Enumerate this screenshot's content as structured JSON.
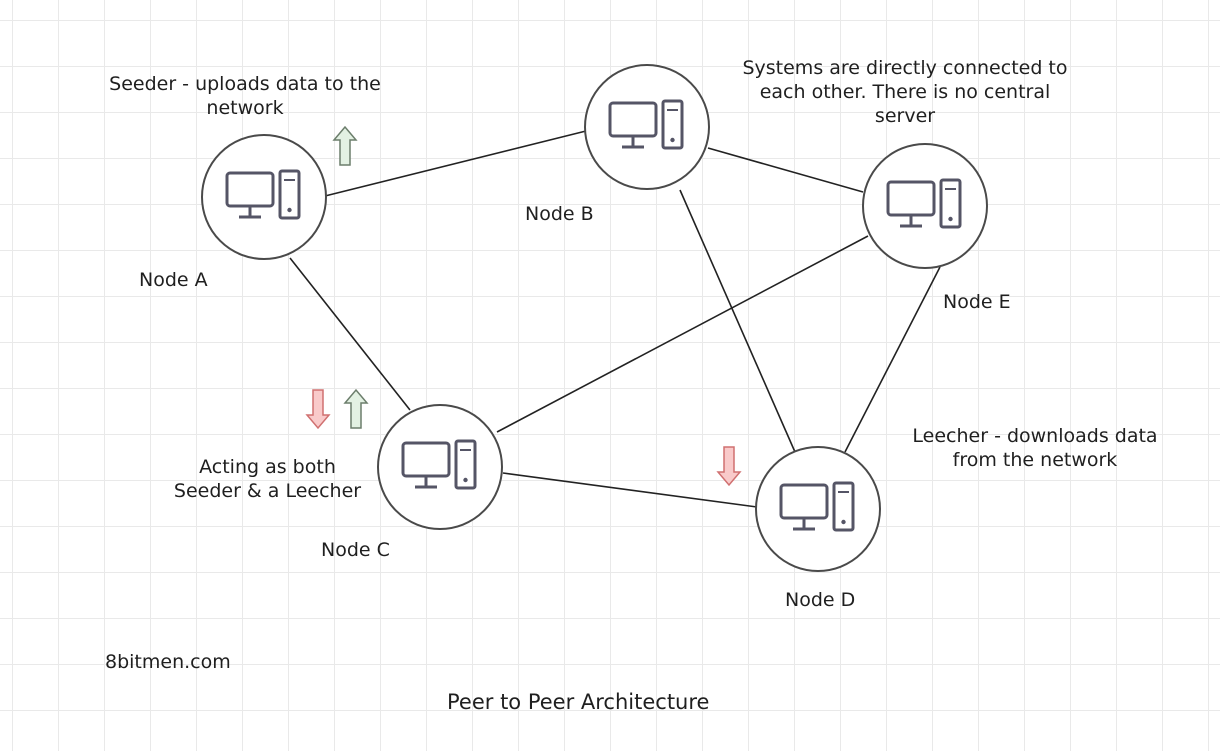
{
  "diagram": {
    "nodes": [
      {
        "id": "a",
        "label": "Node A"
      },
      {
        "id": "b",
        "label": "Node B"
      },
      {
        "id": "c",
        "label": "Node C"
      },
      {
        "id": "d",
        "label": "Node D"
      },
      {
        "id": "e",
        "label": "Node E"
      }
    ],
    "edges": [
      [
        "a",
        "b"
      ],
      [
        "a",
        "c"
      ],
      [
        "b",
        "e"
      ],
      [
        "b",
        "d"
      ],
      [
        "c",
        "e"
      ],
      [
        "c",
        "d"
      ],
      [
        "e",
        "d"
      ]
    ],
    "annotations": {
      "seeder": [
        "Seeder - uploads data to the",
        "network"
      ],
      "systems": [
        "Systems are directly connected to",
        "each other. There is no central",
        "server"
      ],
      "leecher": [
        "Leecher - downloads data",
        "from the network"
      ],
      "both": [
        "Acting as both",
        "Seeder & a Leecher"
      ]
    },
    "source": "8bitmen.com",
    "caption": "Peer to Peer Architecture",
    "colors": {
      "node_stroke": "#4a4a4a",
      "computer_icon": "#555566",
      "edge": "#222222",
      "upload_arrow_fill": "#e3f1e3",
      "upload_arrow_stroke": "#6c7e6c",
      "download_arrow_fill": "#f9caca",
      "download_arrow_stroke": "#d07070"
    },
    "icons": [
      "computer-icon",
      "upload-arrow-icon",
      "download-arrow-icon"
    ]
  }
}
